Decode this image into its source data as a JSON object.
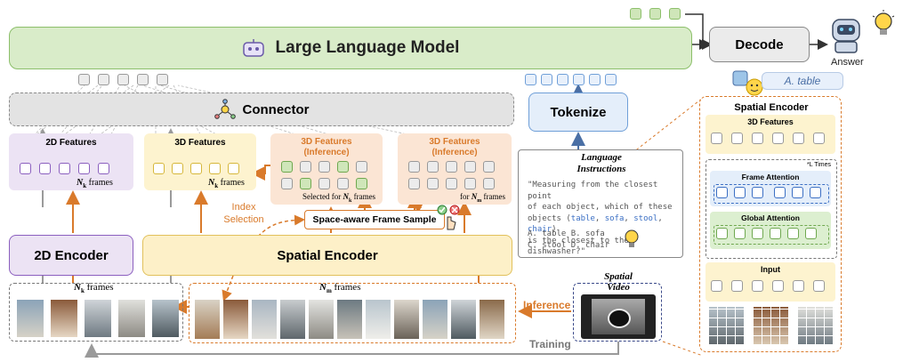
{
  "llm": {
    "title": "Large Language Model"
  },
  "decode": {
    "label": "Decode"
  },
  "answer": {
    "label": "Answer",
    "value": "A. table"
  },
  "connector": {
    "label": "Connector"
  },
  "tokenize": {
    "label": "Tokenize"
  },
  "features2d": {
    "title": "2D Features",
    "frames": "N",
    "frames_sub": "k",
    "frames_text": "frames"
  },
  "features3d": {
    "title": "3D Features",
    "frames": "N",
    "frames_sub": "k",
    "frames_text": "frames"
  },
  "features3d_inf_k": {
    "title": "3D Features",
    "subtitle": "(Inference)",
    "caption_pre": "Selected for",
    "frames": "N",
    "frames_sub": "k",
    "frames_text": "frames"
  },
  "features3d_inf_m": {
    "title": "3D Features",
    "subtitle": "(Inference)",
    "caption_pre": "for",
    "frames": "N",
    "frames_sub": "m",
    "frames_text": "frames"
  },
  "index_selection": {
    "line1": "Index",
    "line2": "Selection"
  },
  "frame_sample": {
    "label": "Space-aware Frame Sample"
  },
  "language": {
    "title1": "Language",
    "title2": "Instructions",
    "q_line1": "\"Measuring from the closest point",
    "q_line2": "of each object, which of these",
    "q_line3_pre": "objects (",
    "obj1": "table",
    "obj2": "sofa",
    "obj3": "stool",
    "obj4": "chair",
    "q_line3_post": ")",
    "q_line4": "is the closest to the dishwasher?\"",
    "opt1": "A. table B. sofa",
    "opt2": "C. stool  D. chair"
  },
  "encoder2d": {
    "label": "2D Encoder"
  },
  "spatial_encoder": {
    "label": "Spatial Encoder"
  },
  "frames_k": {
    "label_n": "N",
    "label_sub": "k",
    "label_text": "frames"
  },
  "frames_m": {
    "label_n": "N",
    "label_sub": "m",
    "label_text": "frames"
  },
  "spatial_video": {
    "line1": "Spatial",
    "line2": "Video"
  },
  "inference": {
    "label": "Inference"
  },
  "training": {
    "label": "Training"
  },
  "detail": {
    "title": "Spatial Encoder",
    "features": "3D Features",
    "times": "*L Times",
    "frame_attention": "Frame Attention",
    "global_attention": "Global Attention",
    "input": "Input"
  },
  "colors": {
    "llm_fill": "#d9ecc9",
    "llm_border": "#8cbf6a",
    "orange": "#d97a2b",
    "blue_border": "#6f9fd8",
    "purple_fill": "#ece3f4",
    "purple_border": "#8b5fbf",
    "yellow_fill": "#fdf3cf",
    "peach_fill": "#fbe5d4"
  }
}
